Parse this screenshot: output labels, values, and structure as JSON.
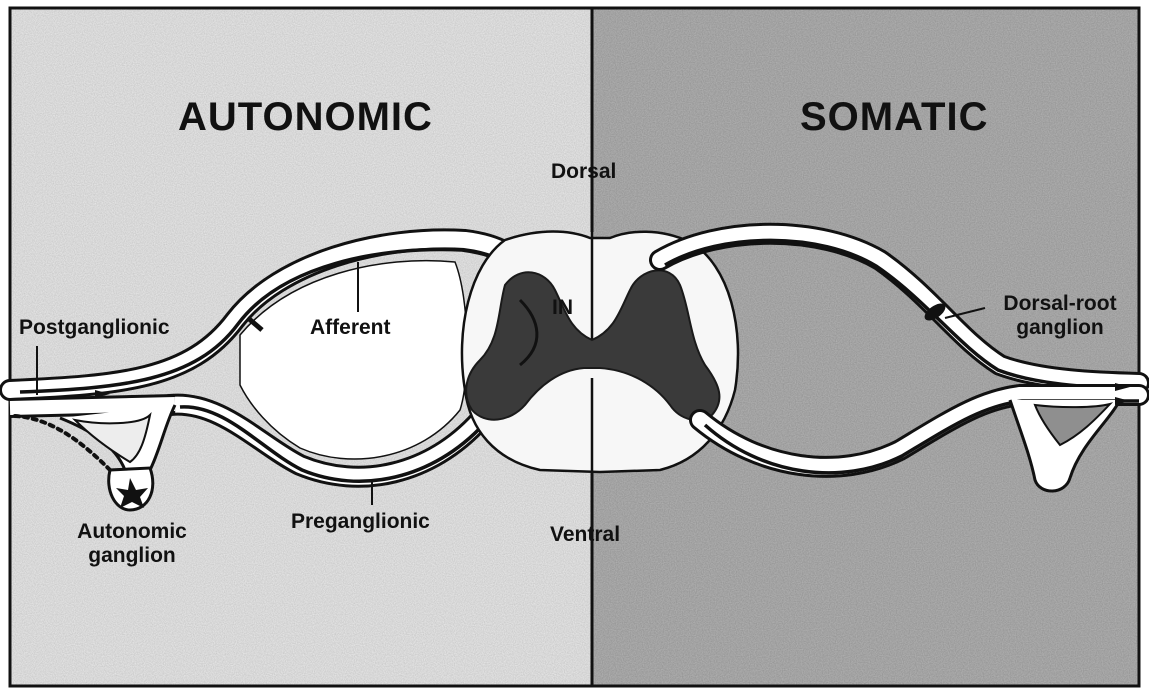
{
  "panels": {
    "left_title": "AUTONOMIC",
    "right_title": "SOMATIC"
  },
  "labels": {
    "dorsal": "Dorsal",
    "ventral": "Ventral",
    "interneuron": "IN",
    "postganglionic": "Postganglionic",
    "afferent": "Afferent",
    "preganglionic": "Preganglionic",
    "autonomic_ganglion_line1": "Autonomic",
    "autonomic_ganglion_line2": "ganglion",
    "dorsal_root_ganglion_line1": "Dorsal-root",
    "dorsal_root_ganglion_line2": "ganglion"
  },
  "colors": {
    "left_background": "#ededed",
    "right_background": "#8f8f8f",
    "cord_fill": "#f7f7f7",
    "gray_matter": "#3a3a3a",
    "outline": "#111111"
  }
}
